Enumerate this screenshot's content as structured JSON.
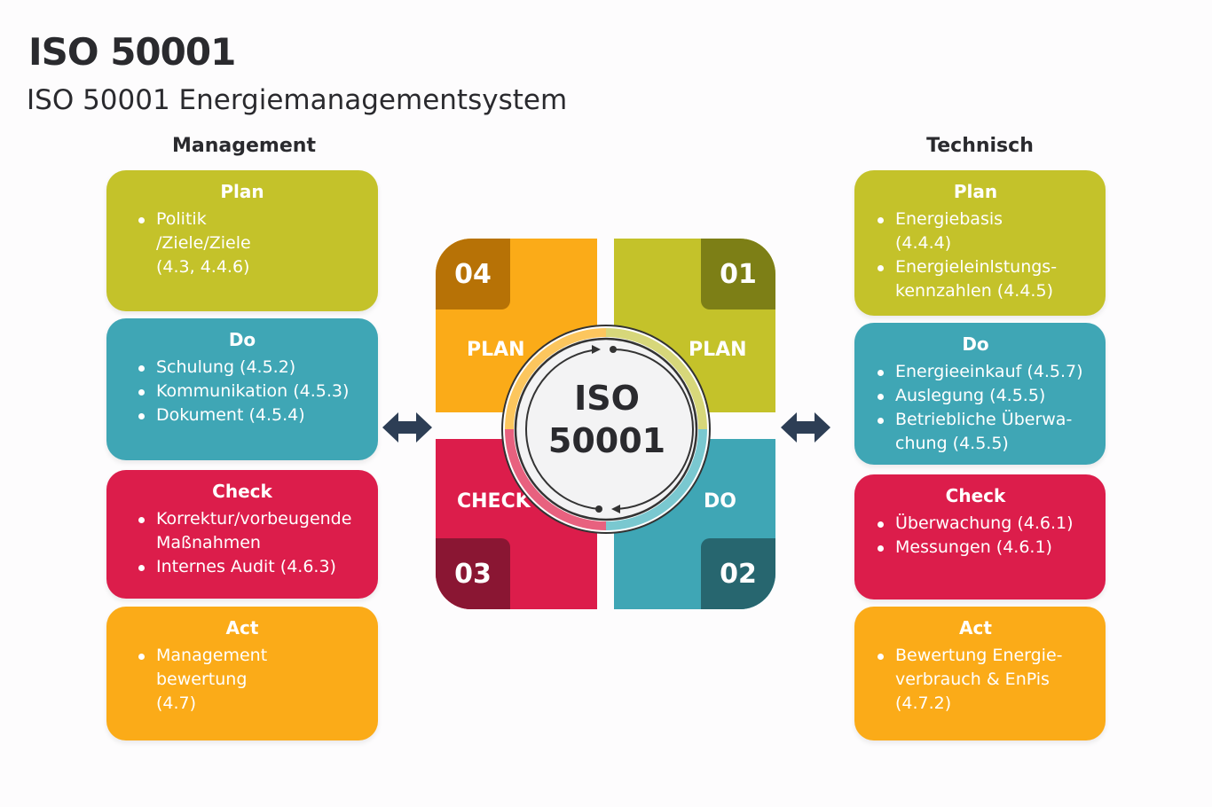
{
  "title": "ISO 50001",
  "subtitle": "ISO 50001 Energiemanagementsystem",
  "management": {
    "heading": "Management",
    "boxes": [
      {
        "title": "Plan",
        "items": [
          "Politik\n/Ziele/Ziele\n(4.3, 4.4.6)"
        ]
      },
      {
        "title": "Do",
        "items": [
          "Schulung (4.5.2)",
          "Kommunikation (4.5.3)",
          "Dokument (4.5.4)"
        ]
      },
      {
        "title": "Check",
        "items": [
          "Korrektur/vorbeugende\nMaßnahmen",
          "Internes Audit (4.6.3)"
        ]
      },
      {
        "title": "Act",
        "items": [
          "Management\nbewertung\n(4.7)"
        ]
      }
    ]
  },
  "technisch": {
    "heading": "Technisch",
    "boxes": [
      {
        "title": "Plan",
        "items": [
          "Energiebasis\n(4.4.4)",
          "Energieleinlstungs-\nkennzahlen (4.4.5)"
        ]
      },
      {
        "title": "Do",
        "items": [
          "Energieeinkauf (4.5.7)",
          "Auslegung (4.5.5)",
          "Betriebliche Überwa-\nchung (4.5.5)"
        ]
      },
      {
        "title": "Check",
        "items": [
          "Überwachung (4.6.1)",
          "Messungen (4.6.1)"
        ]
      },
      {
        "title": "Act",
        "items": [
          "Bewertung Energie-\nverbrauch & EnPis\n(4.7.2)"
        ]
      }
    ]
  },
  "cycle": {
    "center": [
      "ISO",
      "50001"
    ],
    "quadrants": [
      {
        "num": "04",
        "label": "PLAN"
      },
      {
        "num": "01",
        "label": "PLAN"
      },
      {
        "num": "03",
        "label": "CHECK"
      },
      {
        "num": "02",
        "label": "DO"
      }
    ]
  },
  "colors": {
    "plan": "#c4c22a",
    "do": "#3fa6b5",
    "check": "#dc1d4b",
    "act": "#fbab18",
    "arrow": "#2d3e55"
  }
}
